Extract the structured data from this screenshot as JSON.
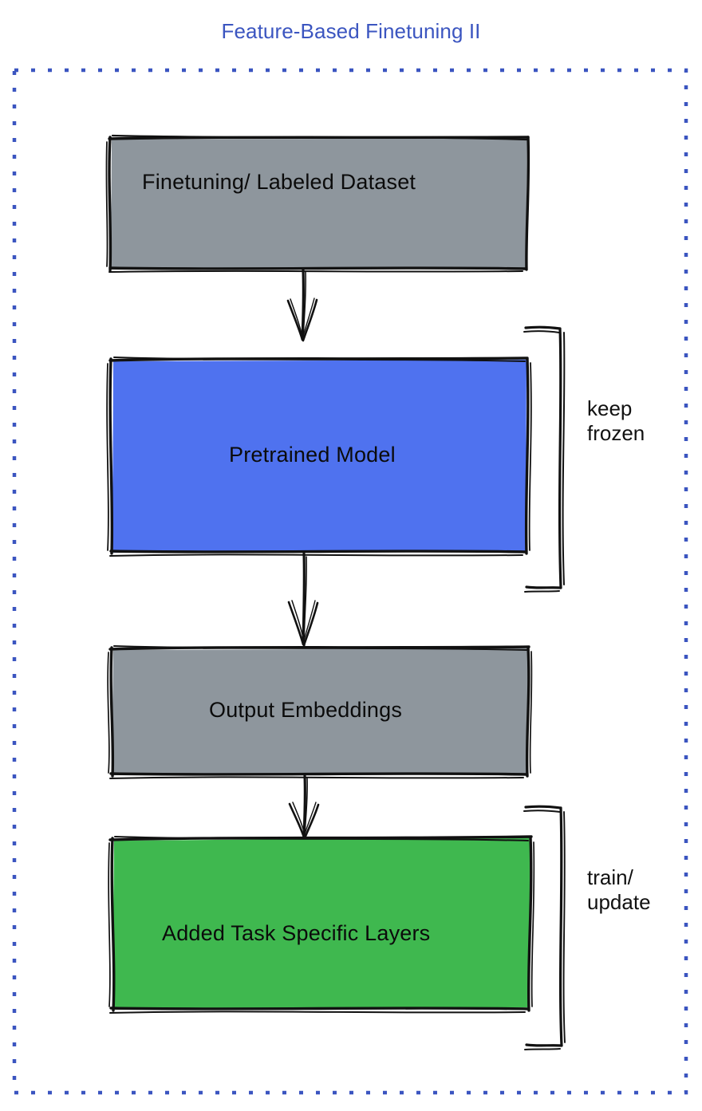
{
  "title": "Feature-Based Finetuning II",
  "colors": {
    "title_blue": "#3b55c0",
    "border_dashed_blue": "#3b55c0",
    "gray_fill": "#8e969d",
    "blue_fill": "#4f72ef",
    "green_fill": "#3fb84f",
    "stroke_black": "#111111",
    "background": "#ffffff"
  },
  "container": {
    "name": "dashed-outline-region",
    "border_style": "dashed",
    "border_color": "#3b55c0"
  },
  "nodes": [
    {
      "id": "dataset",
      "label": "Finetuning/ Labeled Dataset",
      "fill": "#8e969d",
      "shape": "rectangle"
    },
    {
      "id": "pretrained",
      "label": "Pretrained Model",
      "fill": "#4f72ef",
      "shape": "rectangle"
    },
    {
      "id": "embeddings",
      "label": "Output Embeddings",
      "fill": "#8e969d",
      "shape": "rectangle"
    },
    {
      "id": "tasklayers",
      "label": "Added Task Specific Layers",
      "fill": "#3fb84f",
      "shape": "rectangle"
    }
  ],
  "edges": [
    {
      "id": "edge-dataset-pretrained",
      "from": "dataset",
      "to": "pretrained",
      "style": "arrow-down"
    },
    {
      "id": "edge-pretrained-embeddings",
      "from": "pretrained",
      "to": "embeddings",
      "style": "arrow-down"
    },
    {
      "id": "edge-embeddings-tasklayers",
      "from": "embeddings",
      "to": "tasklayers",
      "style": "arrow-down"
    }
  ],
  "brackets": [
    {
      "id": "bracket-keep-frozen",
      "label": "keep\nfrozen",
      "spans": "pretrained"
    },
    {
      "id": "bracket-train-update",
      "label": "train/\nupdate",
      "spans": "tasklayers"
    }
  ]
}
